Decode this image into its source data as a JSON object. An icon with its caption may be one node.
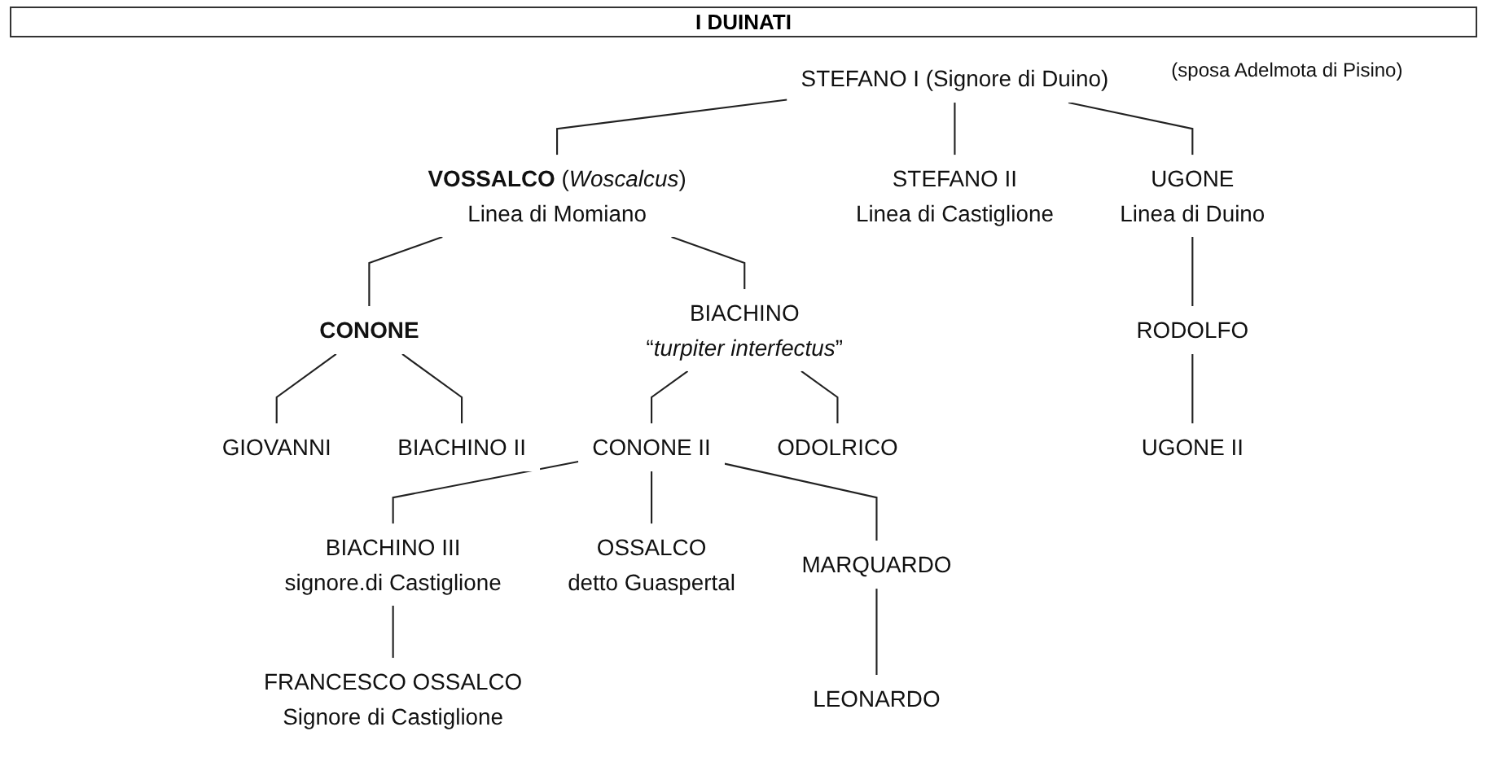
{
  "diagram": {
    "title": "I DUINATI",
    "nodes": [
      {
        "text": [
          "STEFANO I (Signore di Duino)"
        ],
        "beside": [
          "(sposa Adelmota di Pisino)"
        ]
      },
      {
        "text": [
          "**VOSSALCO** (*Woscalcus*)",
          "Linea di Momiano"
        ]
      },
      {
        "text": [
          "STEFANO II",
          "Linea di Castiglione"
        ]
      },
      {
        "text": [
          "UGONE",
          "Linea di Duino"
        ]
      },
      {
        "text": [
          "CONONE"
        ]
      },
      {
        "text": [
          "BIACHINO",
          "“*turpiter interfectus*”"
        ]
      },
      {
        "text": [
          "RODOLFO"
        ]
      },
      {
        "text": [
          "GIOVANNI"
        ]
      },
      {
        "text": [
          "BIACHINO II"
        ]
      },
      {
        "text": [
          "UGONE II"
        ]
      },
      {
        "text": [
          "CONONE II"
        ]
      },
      {
        "text": [
          "ODOLRICO"
        ]
      },
      {
        "text": [
          "BIACHINO III",
          "signore.di Castiglione"
        ]
      },
      {
        "text": [
          "OSSALCO",
          "detto Guaspertal"
        ]
      },
      {
        "text": [
          "MARQUARDO"
        ]
      },
      {
        "text": [
          "FRANCESCO OSSALCO",
          "Signore di Castiglione"
        ]
      },
      {
        "text": [
          "LEONARDO"
        ]
      }
    ],
    "edges": [
      {
        "from": 0,
        "to": 1,
        "arrow": "none"
      },
      {
        "from": 0,
        "to": 2,
        "arrow": "none"
      },
      {
        "from": 0,
        "to": 3,
        "arrow": "none"
      },
      {
        "from": 1,
        "to": 4,
        "arrow": "none"
      },
      {
        "from": 1,
        "to": 5,
        "arrow": "none"
      },
      {
        "from": 3,
        "to": 6,
        "arrow": "none"
      },
      {
        "from": 4,
        "to": 7,
        "arrow": "none"
      },
      {
        "from": 4,
        "to": 8,
        "arrow": "none"
      },
      {
        "from": 6,
        "to": 9,
        "arrow": "none"
      },
      {
        "from": 5,
        "to": 10,
        "arrow": "none"
      },
      {
        "from": 5,
        "to": 11,
        "arrow": "none"
      },
      {
        "from": 10,
        "to": 12,
        "arrow": "none"
      },
      {
        "from": 10,
        "to": 13,
        "arrow": "none"
      },
      {
        "from": 10,
        "to": 14,
        "arrow": "none"
      },
      {
        "from": 12,
        "to": 15,
        "arrow": "none"
      },
      {
        "from": 14,
        "to": 16,
        "arrow": "none"
      }
    ]
  }
}
